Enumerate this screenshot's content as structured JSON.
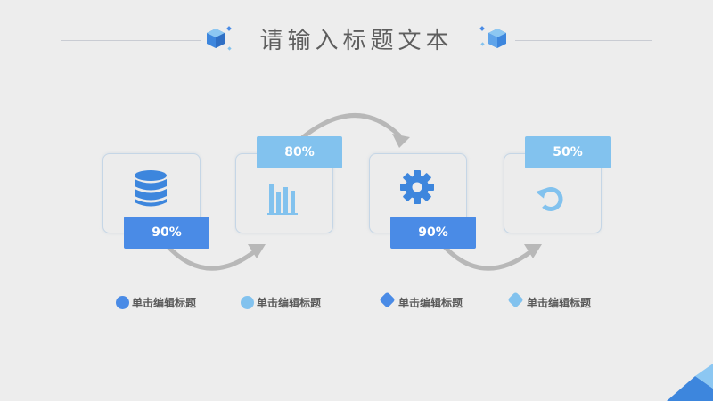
{
  "title": "请输入标题文本",
  "colors": {
    "accent_dark": "#4a8be6",
    "accent_light": "#82c2ee",
    "arrow": "#b8b8b8",
    "background": "#ededed"
  },
  "steps": [
    {
      "icon": "database-icon",
      "value": "90%",
      "progress": 0.9,
      "badge_style": "dark"
    },
    {
      "icon": "bar-chart-icon",
      "value": "80%",
      "progress": 0.8,
      "badge_style": "light"
    },
    {
      "icon": "gear-icon",
      "value": "90%",
      "progress": 0.9,
      "badge_style": "dark"
    },
    {
      "icon": "refresh-icon",
      "value": "50%",
      "progress": 0.5,
      "badge_style": "light"
    }
  ],
  "legend": [
    {
      "label": "单击编辑标题",
      "color": "#4a8be6"
    },
    {
      "label": "单击编辑标题",
      "color": "#82c2ee"
    },
    {
      "label": "单击编辑标题",
      "color": "#4a8be6"
    },
    {
      "label": "单击编辑标题",
      "color": "#82c2ee"
    }
  ]
}
